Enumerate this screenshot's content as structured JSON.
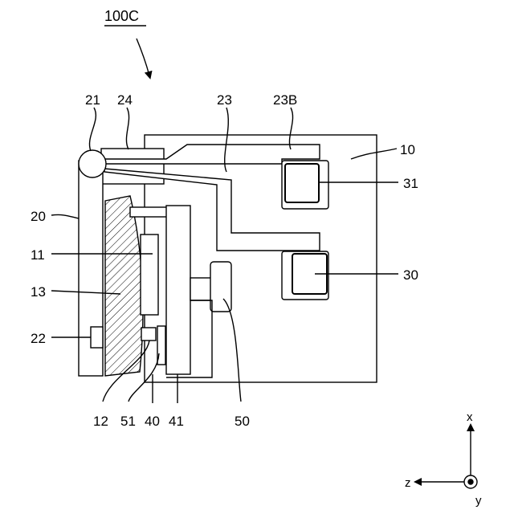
{
  "figure_label": "100C",
  "labels": {
    "l21": "21",
    "l24": "24",
    "l23": "23",
    "l23B": "23B",
    "l10": "10",
    "l31": "31",
    "l20": "20",
    "l11": "11",
    "l30": "30",
    "l13": "13",
    "l22": "22",
    "l12": "12",
    "l51": "51",
    "l40": "40",
    "l41": "41",
    "l50": "50"
  },
  "axes": {
    "x": "x",
    "z": "z",
    "y": "y"
  }
}
